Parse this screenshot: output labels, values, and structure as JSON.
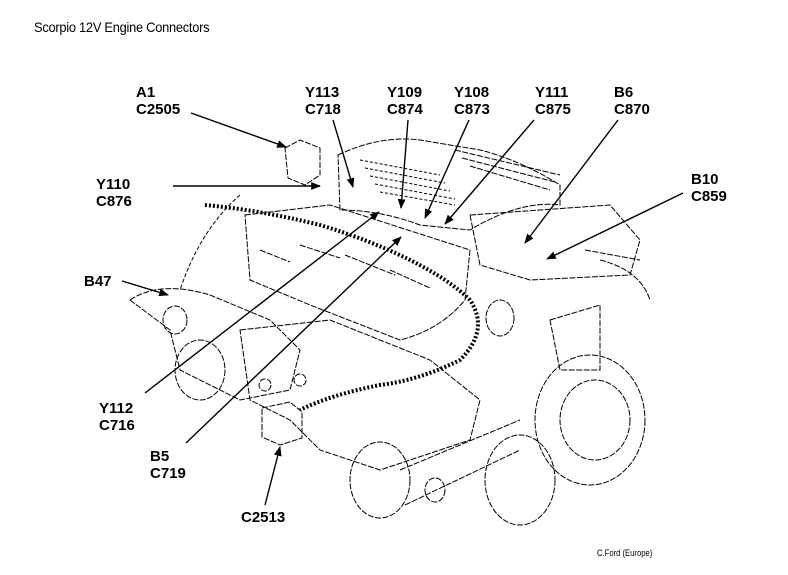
{
  "title": "Scorpio 12V Engine Connectors",
  "credit": "C.Ford (Europe)",
  "colors": {
    "ink": "#000000",
    "background": "#ffffff"
  },
  "callouts": [
    {
      "id": "a1",
      "code": "A1",
      "connector": "C2505"
    },
    {
      "id": "y113",
      "code": "Y113",
      "connector": "C718"
    },
    {
      "id": "y109",
      "code": "Y109",
      "connector": "C874"
    },
    {
      "id": "y108",
      "code": "Y108",
      "connector": "C873"
    },
    {
      "id": "y111",
      "code": "Y111",
      "connector": "C875"
    },
    {
      "id": "b6",
      "code": "B6",
      "connector": "C870"
    },
    {
      "id": "b10",
      "code": "B10",
      "connector": "C859"
    },
    {
      "id": "y110",
      "code": "Y110",
      "connector": "C876"
    },
    {
      "id": "b47",
      "code": "B47",
      "connector": ""
    },
    {
      "id": "y112",
      "code": "Y112",
      "connector": "C716"
    },
    {
      "id": "b5",
      "code": "B5",
      "connector": "C719"
    },
    {
      "id": "c2513",
      "code": "",
      "connector": "C2513"
    }
  ]
}
